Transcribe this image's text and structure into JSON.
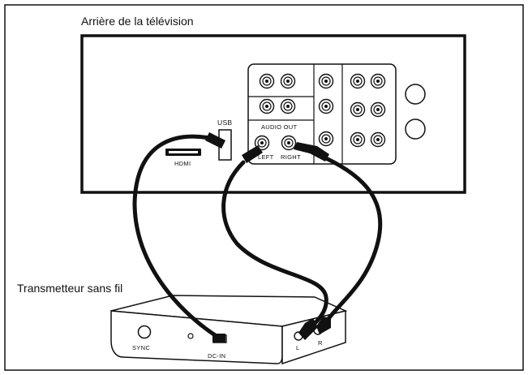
{
  "diagram": {
    "tv_title": "Arrière de la télévision",
    "transmitter_title": "Transmetteur sans fil",
    "tv_ports": {
      "usb_label": "USB",
      "hdmi_label": "HDMI",
      "audio_out_label": "AUDIO OUT",
      "left_label": "LEFT",
      "right_label": "RIGHT"
    },
    "transmitter_ports": {
      "sync_label": "SYNC",
      "dcin_label": "DC-IN",
      "l_label": "L",
      "r_label": "R"
    }
  }
}
